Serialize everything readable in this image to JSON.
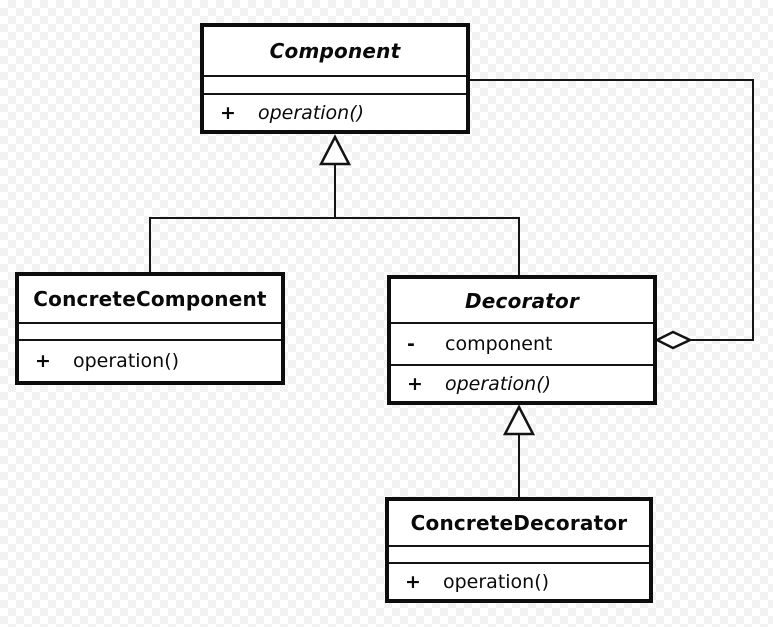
{
  "colors": {
    "line": "#141414",
    "box_border": "#0d0d0d",
    "box_fill": "#ffffff",
    "text": "#0a0a0a",
    "checker_light": "#ffffff",
    "checker_dark": "#f2f2f2"
  },
  "classes": {
    "component": {
      "name": "Component",
      "abstract": true,
      "attributes": [],
      "methods": [
        {
          "visibility": "+",
          "signature": "operation()",
          "abstract": true
        }
      ]
    },
    "concrete_component": {
      "name": "ConcreteComponent",
      "abstract": false,
      "attributes": [],
      "methods": [
        {
          "visibility": "+",
          "signature": "operation()",
          "abstract": false
        }
      ]
    },
    "decorator": {
      "name": "Decorator",
      "abstract": true,
      "attributes": [
        {
          "visibility": "-",
          "name": "component"
        }
      ],
      "methods": [
        {
          "visibility": "+",
          "signature": "operation()",
          "abstract": true
        }
      ]
    },
    "concrete_decorator": {
      "name": "ConcreteDecorator",
      "abstract": false,
      "attributes": [],
      "methods": [
        {
          "visibility": "+",
          "signature": "operation()",
          "abstract": false
        }
      ]
    }
  },
  "relationships": [
    {
      "type": "generalization",
      "from": "ConcreteComponent",
      "to": "Component"
    },
    {
      "type": "generalization",
      "from": "Decorator",
      "to": "Component"
    },
    {
      "type": "generalization",
      "from": "ConcreteDecorator",
      "to": "Decorator"
    },
    {
      "type": "aggregation",
      "whole": "Decorator",
      "part": "Component"
    }
  ]
}
